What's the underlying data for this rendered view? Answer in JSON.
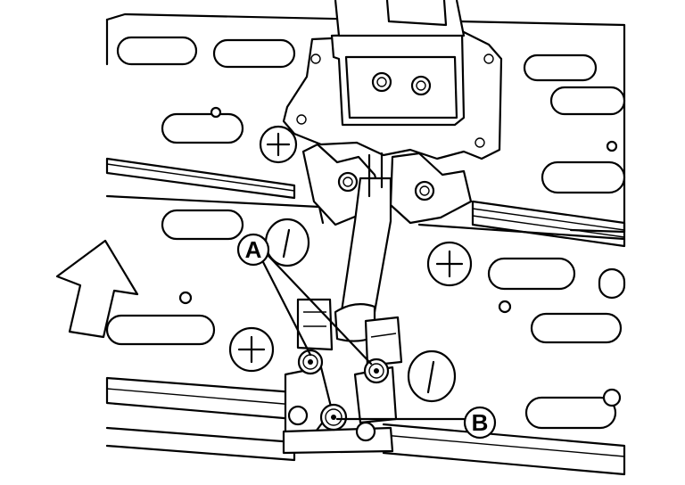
{
  "figure": {
    "callouts": [
      {
        "id": "A",
        "label": "A"
      },
      {
        "id": "B",
        "label": "B"
      }
    ],
    "terminal_symbols": {
      "positive": "+",
      "negative": "|"
    },
    "icons": [
      "front-direction-arrow-icon"
    ],
    "colors": {
      "ink": "#000000",
      "paper": "#ffffff"
    }
  }
}
